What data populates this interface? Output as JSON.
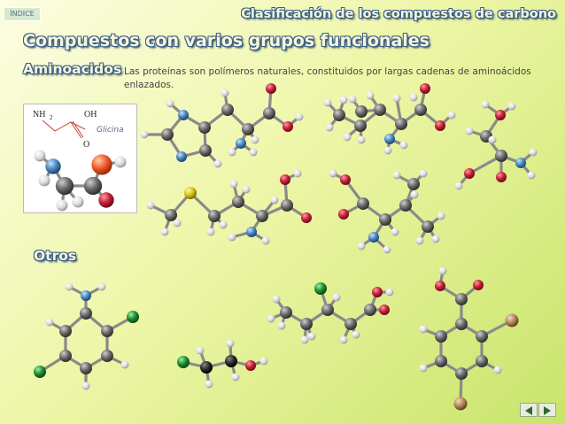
{
  "nav": {
    "index_label": "ÍNDICE"
  },
  "header": {
    "title": "Clasificación de los compuestos de carbono"
  },
  "main": {
    "title": "Compuestos con varios grupos funcionales"
  },
  "aminoacids": {
    "heading": "Aminoacidos",
    "description": "Las proteínas son polímeros naturales, constituidos por largas cadenas de aminoácidos enlazados.",
    "glycine_label": "Glicina",
    "formula": {
      "nh2": "NH",
      "sub2": "2",
      "oh": "OH",
      "o": "O"
    }
  },
  "others": {
    "heading": "Otros"
  },
  "colors": {
    "carbon": "#5a5a5a",
    "hydrogen": "#e6e6e6",
    "nitrogen": "#4a86bf",
    "oxygen": "#c42037",
    "sulfur": "#d7c31a",
    "chlorine": "#1f8b2e",
    "bromine": "#b08a5a",
    "carbon_black": "#222222"
  },
  "buttons": {
    "prev_icon": "arrow-left-icon",
    "next_icon": "arrow-right-icon"
  }
}
